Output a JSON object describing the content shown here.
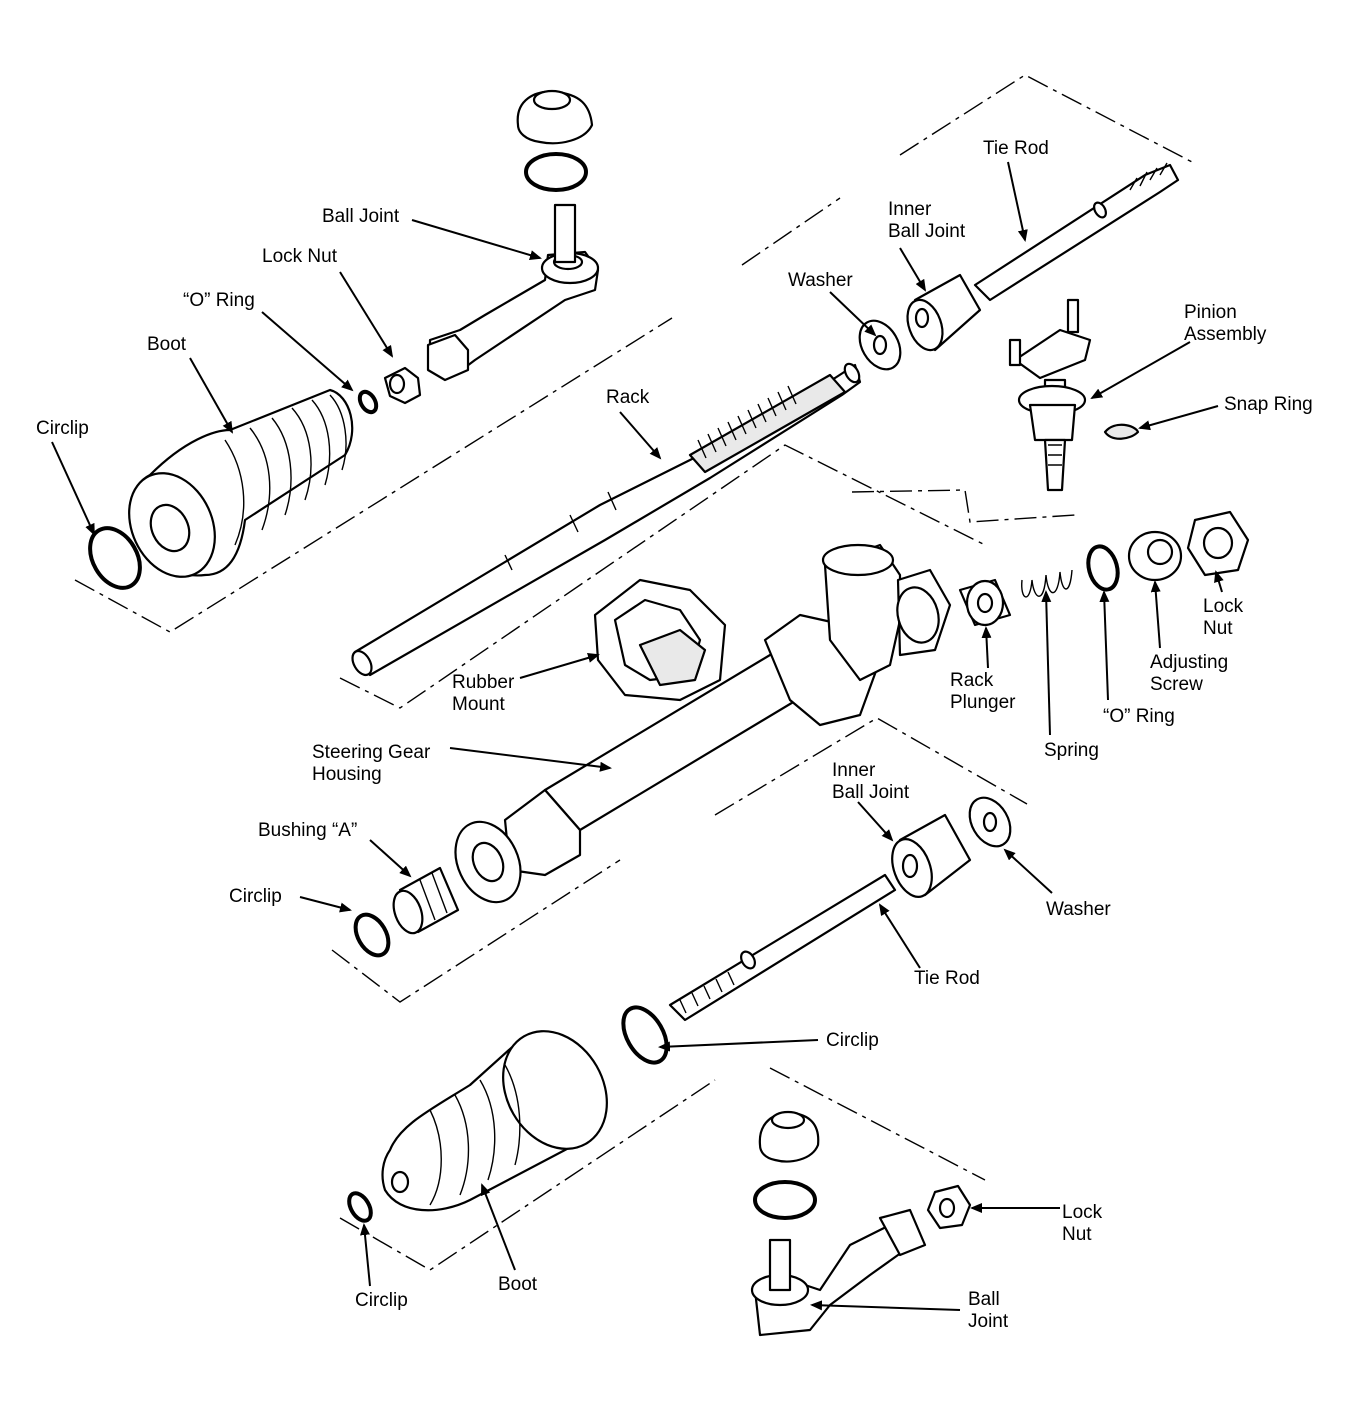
{
  "colors": {
    "ink": "#000000",
    "paper": "#ffffff",
    "stipple": "#e9e9e9"
  },
  "labels": {
    "ball_joint_top": "Ball Joint",
    "lock_nut_top": "Lock Nut",
    "o_ring_top": "“O” Ring",
    "boot_top": "Boot",
    "circlip_top": "Circlip",
    "rack": "Rack",
    "tie_rod_top": "Tie Rod",
    "inner_ball_joint_top_l1": "Inner",
    "inner_ball_joint_top_l2": "Ball Joint",
    "washer_top": "Washer",
    "pinion_assembly_l1": "Pinion",
    "pinion_assembly_l2": "Assembly",
    "snap_ring": "Snap Ring",
    "lock_nut_right_l1": "Lock",
    "lock_nut_right_l2": "Nut",
    "adjusting_screw_l1": "Adjusting",
    "adjusting_screw_l2": "Screw",
    "o_ring_right": "“O” Ring",
    "spring": "Spring",
    "rack_plunger_l1": "Rack",
    "rack_plunger_l2": "Plunger",
    "rubber_mount_l1": "Rubber",
    "rubber_mount_l2": "Mount",
    "steering_gear_housing_l1": "Steering Gear",
    "steering_gear_housing_l2": "Housing",
    "bushing_a": "Bushing “A”",
    "circlip_mid": "Circlip",
    "inner_ball_joint_bottom_l1": "Inner",
    "inner_ball_joint_bottom_l2": "Ball Joint",
    "washer_bottom": "Washer",
    "tie_rod_bottom": "Tie Rod",
    "circlip_right": "Circlip",
    "lock_nut_bottom_l1": "Lock",
    "lock_nut_bottom_l2": "Nut",
    "ball_joint_bottom_l1": "Ball",
    "ball_joint_bottom_l2": "Joint",
    "boot_bottom": "Boot",
    "circlip_bottom": "Circlip"
  }
}
